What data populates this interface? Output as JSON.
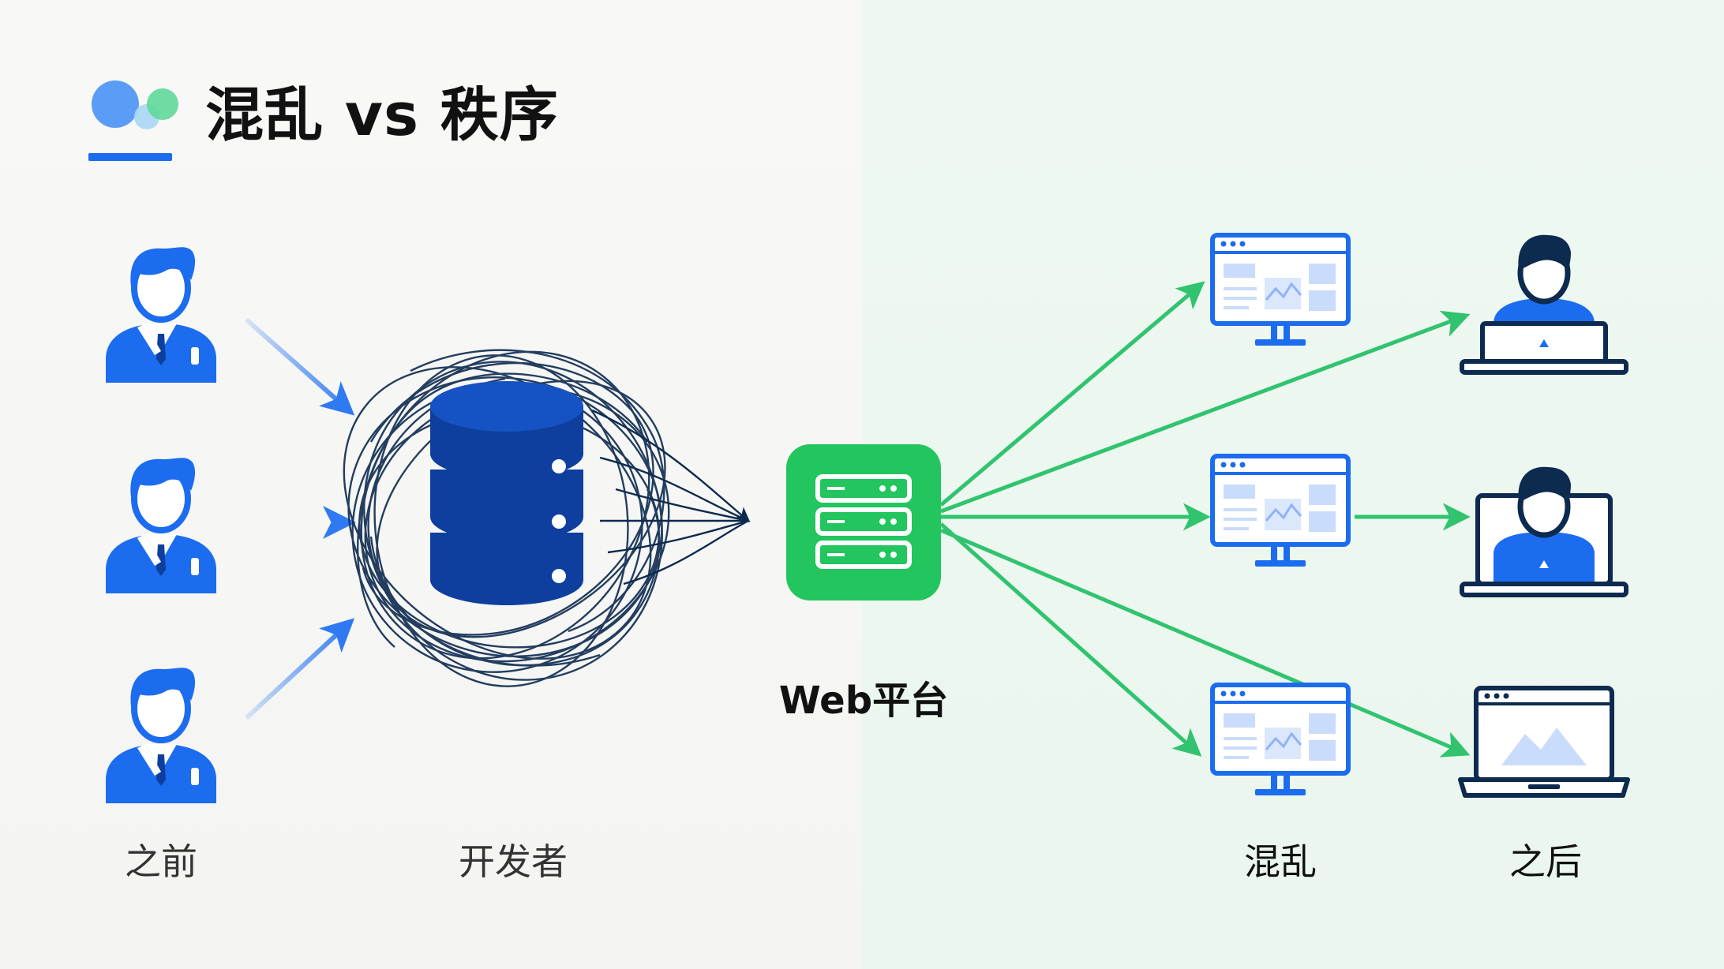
{
  "title": "混乱 vs 秩序",
  "labels": {
    "before": "之前",
    "developers": "开发者",
    "platform": "Web平台",
    "chaos": "混乱",
    "after": "之后"
  },
  "colors": {
    "blue": "#1c6cf0",
    "dark_blue": "#0e3f9e",
    "navy": "#0d2a4f",
    "green": "#22c55e",
    "light_green": "#3dcf7c"
  },
  "icons": {
    "logo": "overlapping-circles-logo",
    "person": "businessman-icon",
    "database": "database-stack-icon",
    "server": "server-icon",
    "monitor": "monitor-dashboard-icon",
    "user_laptop": "user-with-laptop-icon",
    "laptop": "laptop-icon"
  }
}
